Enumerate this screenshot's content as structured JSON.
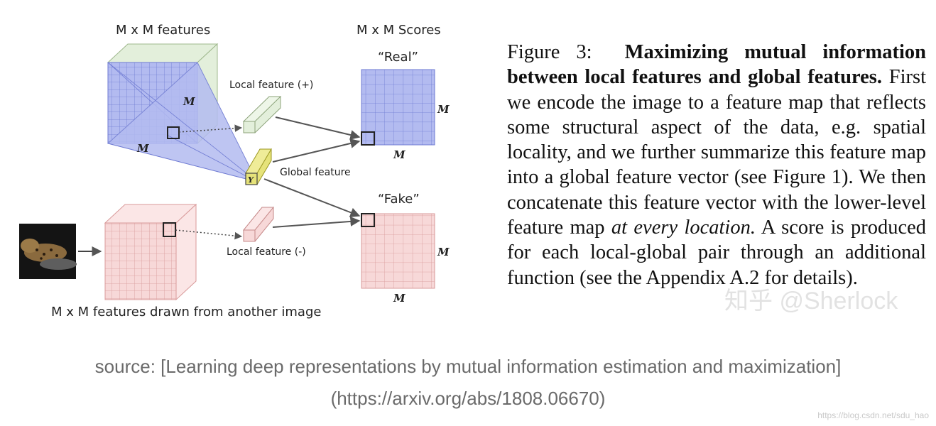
{
  "diagram": {
    "top_left_title": "M x M features",
    "top_right_title": "M x M Scores",
    "real_label": "“Real”",
    "fake_label": "“Fake”",
    "local_pos_label": "Local feature (+)",
    "global_label": "Global feature",
    "local_neg_label": "Local feature (-)",
    "bottom_caption": "M x M features drawn from another image",
    "m_symbol": "M",
    "y_symbol": "Y",
    "colors": {
      "blue_fill": "#b3bbf0",
      "blue_line": "#6f7bd3",
      "green_fill": "#e3efdb",
      "pink_fill": "#f7d8d8",
      "pink_line": "#d89a9a",
      "yellow_fill": "#e6e37a"
    }
  },
  "caption": {
    "figure_label": "Figure 3:",
    "bold_title": "Maximizing mutual information between local features and global features.",
    "text_before_italic": "First we encode the image to a feature map that reflects some structural aspect of the data, e.g. spatial locality, and we further summarize this feature map into a global feature vector (see Figure 1). We then concatenate this feature vector with the lower-level feature map",
    "italic": "at every location.",
    "text_after_italic": "A score is produced for each local-global pair through an additional function (see the Appendix A.2 for details)."
  },
  "source": {
    "line1": "source: [Learning deep representations by mutual information estimation and maximization]",
    "line2": "(https://arxiv.org/abs/1808.06670)"
  },
  "watermarks": {
    "center": "知乎 @Sherlock",
    "corner": "https://blog.csdn.net/sdu_hao"
  }
}
